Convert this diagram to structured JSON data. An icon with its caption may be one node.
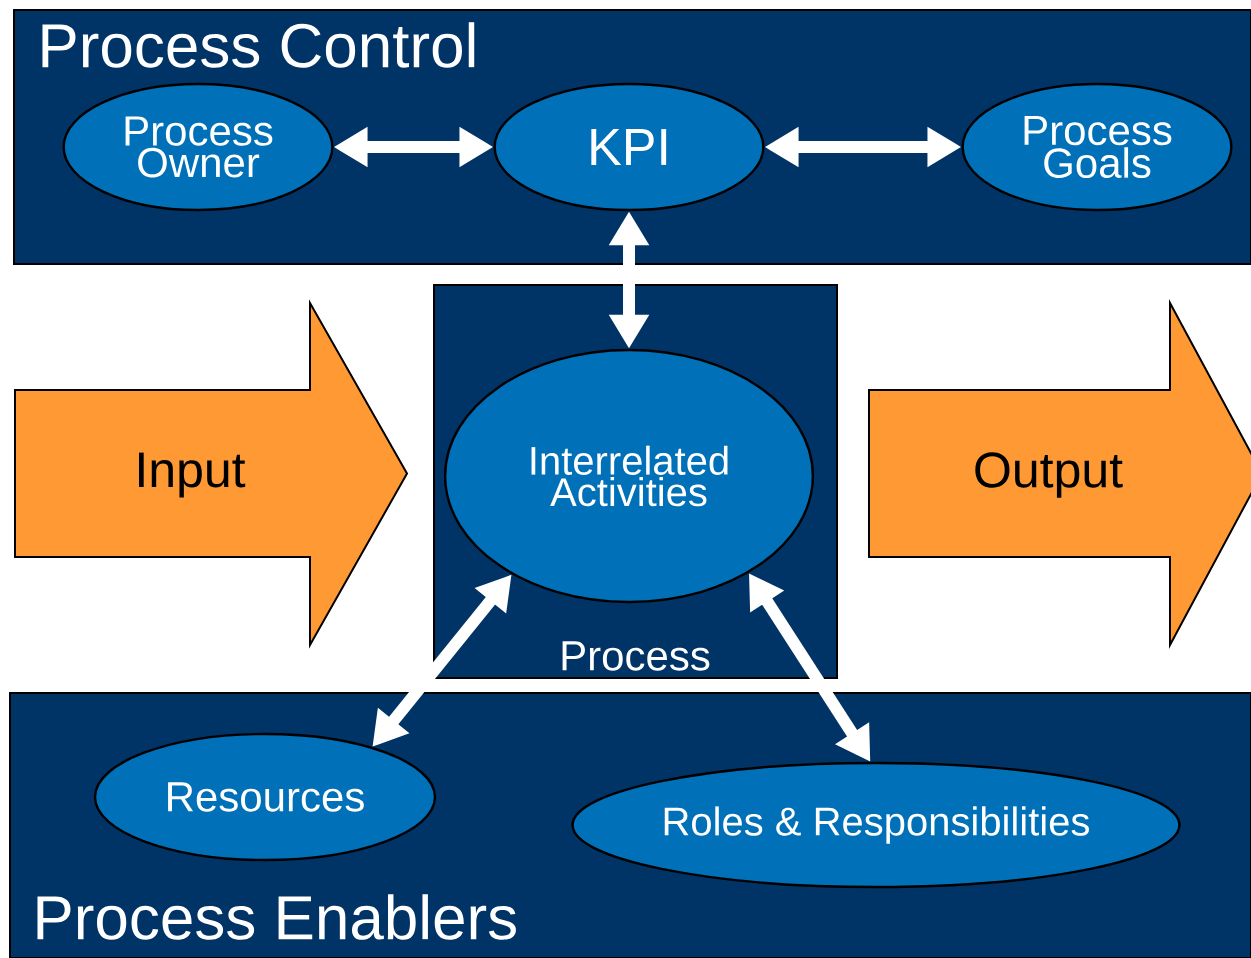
{
  "diagram": {
    "nodes": [
      {
        "text": [
          "Process Control"
        ]
      },
      {
        "text": [
          "Process Owner"
        ],
        "in": 0
      },
      {
        "text": [
          "KPI"
        ],
        "in": 0
      },
      {
        "text": [
          "Process Goals"
        ],
        "in": 0
      },
      {
        "text": [
          "Process"
        ]
      },
      {
        "text": [
          "Interrelated Activities"
        ],
        "in": 4
      },
      {
        "text": [
          "Input"
        ]
      },
      {
        "text": [
          "Output"
        ]
      },
      {
        "text": [
          "Process Enablers"
        ]
      },
      {
        "text": [
          "Resources"
        ],
        "in": 8
      },
      {
        "text": [
          "Roles & Responsibilities"
        ],
        "in": 8
      }
    ],
    "edges": [
      {
        "from": 1,
        "to": 2,
        "arrow": "both"
      },
      {
        "from": 2,
        "to": 3,
        "arrow": "both"
      },
      {
        "from": 2,
        "to": 5,
        "arrow": "both"
      },
      {
        "from": 5,
        "to": 9,
        "arrow": "both"
      },
      {
        "from": 5,
        "to": 10,
        "arrow": "both"
      }
    ]
  }
}
